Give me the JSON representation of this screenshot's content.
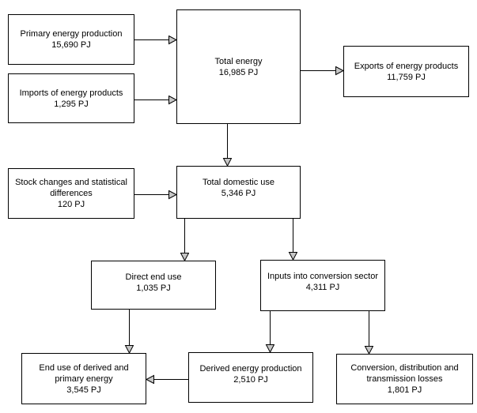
{
  "colors": {
    "background": "#ffffff",
    "box_fill": "#ffffff",
    "box_border": "#000000",
    "line": "#000000",
    "arrowhead_fill": "#c6c6c6"
  },
  "nodes": {
    "primary_energy_production": {
      "label": "Primary energy production",
      "value": "15,690 PJ"
    },
    "imports": {
      "label": "Imports of energy products",
      "value": "1,295 PJ"
    },
    "total_energy": {
      "label": "Total energy",
      "value": "16,985 PJ"
    },
    "exports": {
      "label": "Exports of energy products",
      "value": "11,759 PJ"
    },
    "stock_changes": {
      "label": "Stock changes and statistical\ndifferences",
      "value": "120 PJ"
    },
    "total_domestic_use": {
      "label": "Total domestic use",
      "value": "5,346 PJ"
    },
    "direct_end_use": {
      "label": "Direct end use",
      "value": "1,035 PJ"
    },
    "inputs_conversion": {
      "label": "Inputs into conversion sector",
      "value": "4,311 PJ"
    },
    "end_use_derived_primary": {
      "label": "End use of derived and\nprimary energy",
      "value": "3,545 PJ"
    },
    "derived_energy_production": {
      "label": "Derived energy production",
      "value": "2,510 PJ"
    },
    "conversion_losses": {
      "label": "Conversion, distribution and\ntransmission losses",
      "value": "1,801 PJ"
    }
  },
  "edges": [
    {
      "from": "primary_energy_production",
      "to": "total_energy"
    },
    {
      "from": "imports",
      "to": "total_energy"
    },
    {
      "from": "total_energy",
      "to": "exports"
    },
    {
      "from": "total_energy",
      "to": "total_domestic_use"
    },
    {
      "from": "stock_changes",
      "to": "total_domestic_use"
    },
    {
      "from": "total_domestic_use",
      "to": "direct_end_use"
    },
    {
      "from": "total_domestic_use",
      "to": "inputs_conversion"
    },
    {
      "from": "direct_end_use",
      "to": "end_use_derived_primary"
    },
    {
      "from": "inputs_conversion",
      "to": "derived_energy_production"
    },
    {
      "from": "inputs_conversion",
      "to": "conversion_losses"
    },
    {
      "from": "derived_energy_production",
      "to": "end_use_derived_primary"
    }
  ]
}
